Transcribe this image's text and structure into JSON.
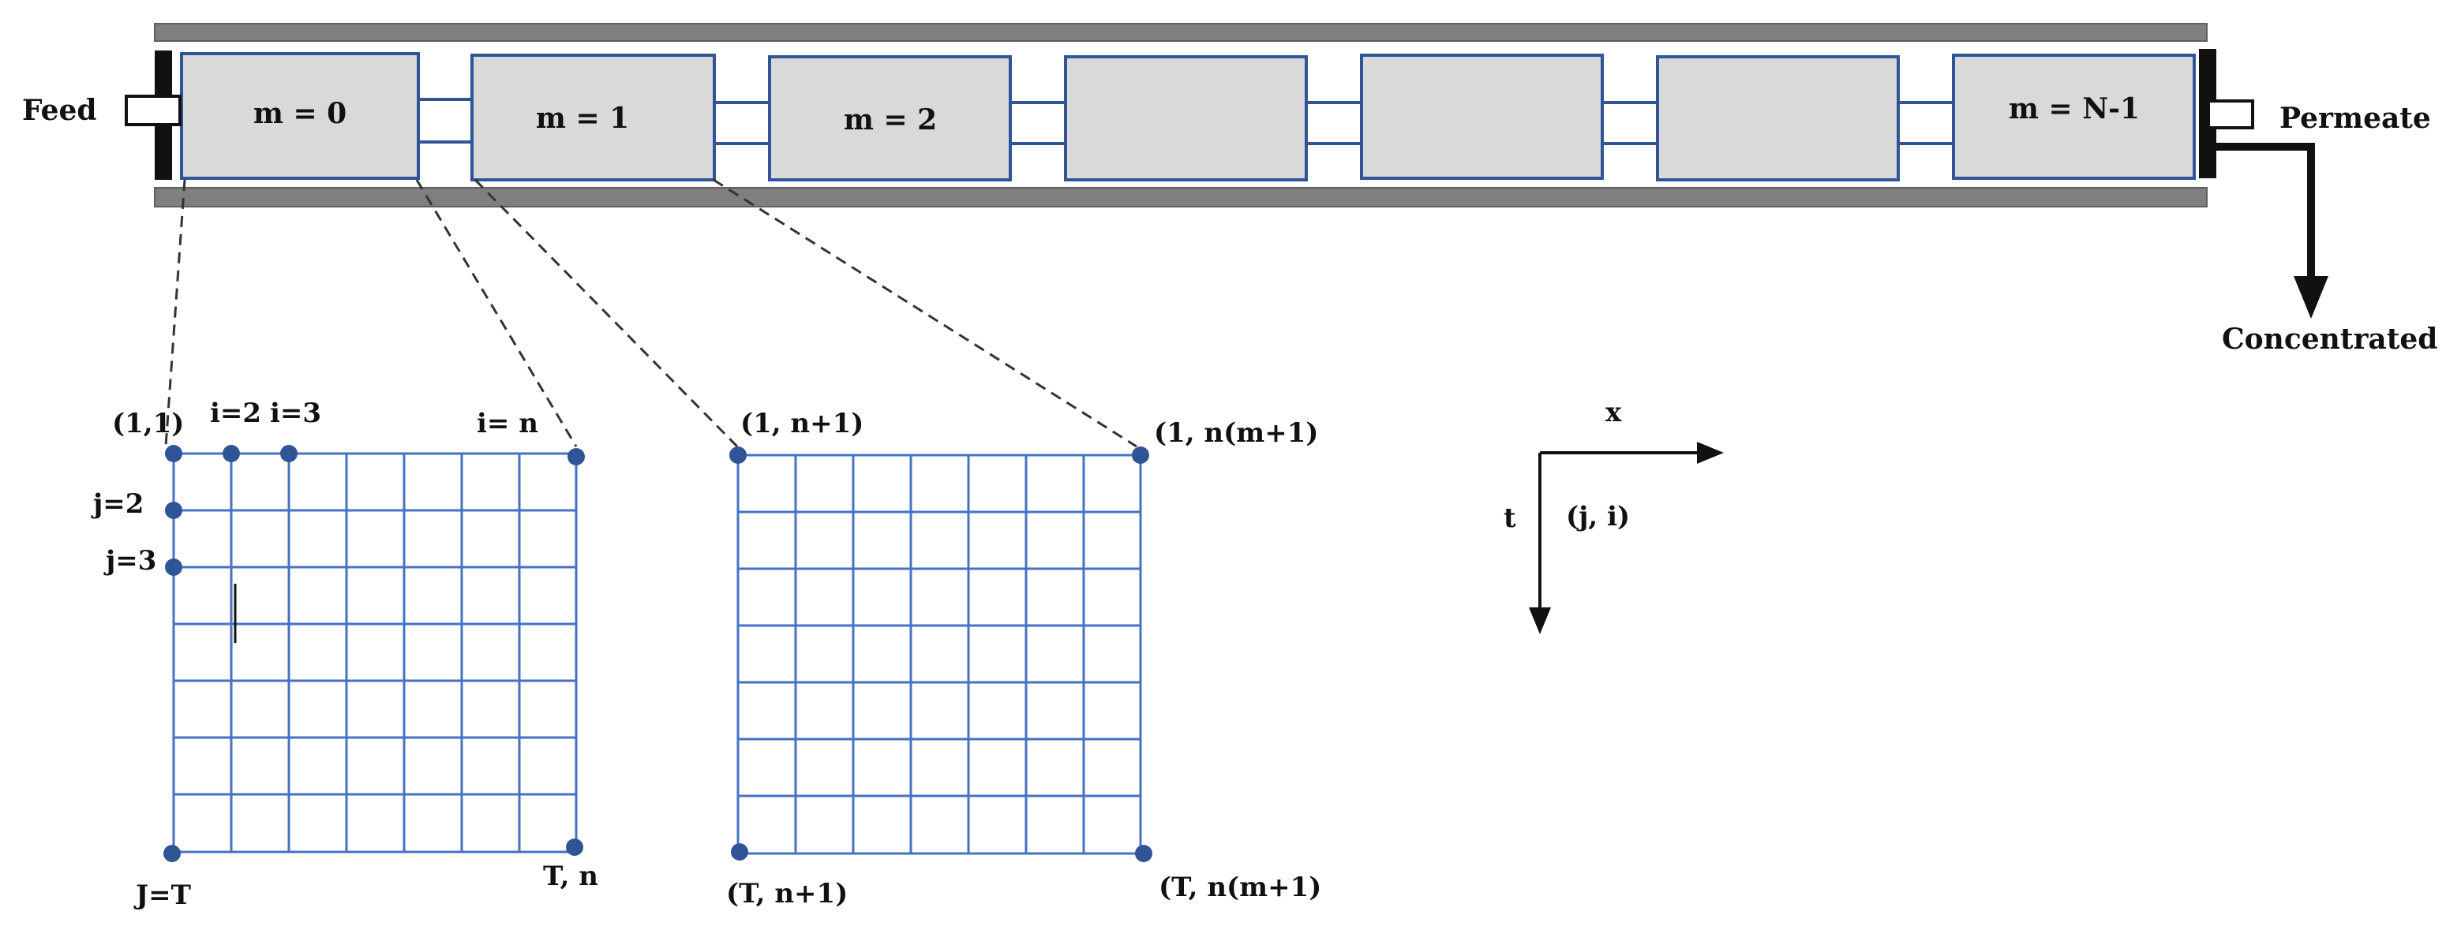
{
  "module": {
    "feed_label": "Feed",
    "permeate_label": "Permeate",
    "concentrated_label": "Concentrated",
    "segments": [
      "m = 0",
      "m = 1",
      "m = 2",
      "",
      "",
      "",
      "m = N-1"
    ]
  },
  "grid_left": {
    "corner_top_left": "(1,1)",
    "top_labels": [
      "i=2",
      "i=3",
      "i= n"
    ],
    "side_labels": [
      "j=2",
      "j=3"
    ],
    "corner_bottom_left": "J=T",
    "corner_bottom_right": "T, n"
  },
  "grid_right": {
    "corner_top_left": "(1, n+1)",
    "corner_top_right": "(1, n(m+1)",
    "corner_bottom_left": "(T, n+1)",
    "corner_bottom_right": "(T, n(m+1)"
  },
  "axes": {
    "x_label": "x",
    "t_label": "t",
    "index_label": "(j, i)"
  },
  "colors": {
    "segment_fill": "#d9d9d9",
    "segment_stroke": "#2f5597",
    "grid_line": "#4472c4",
    "node_fill": "#2f5597",
    "rail": "#7f7f7f"
  }
}
